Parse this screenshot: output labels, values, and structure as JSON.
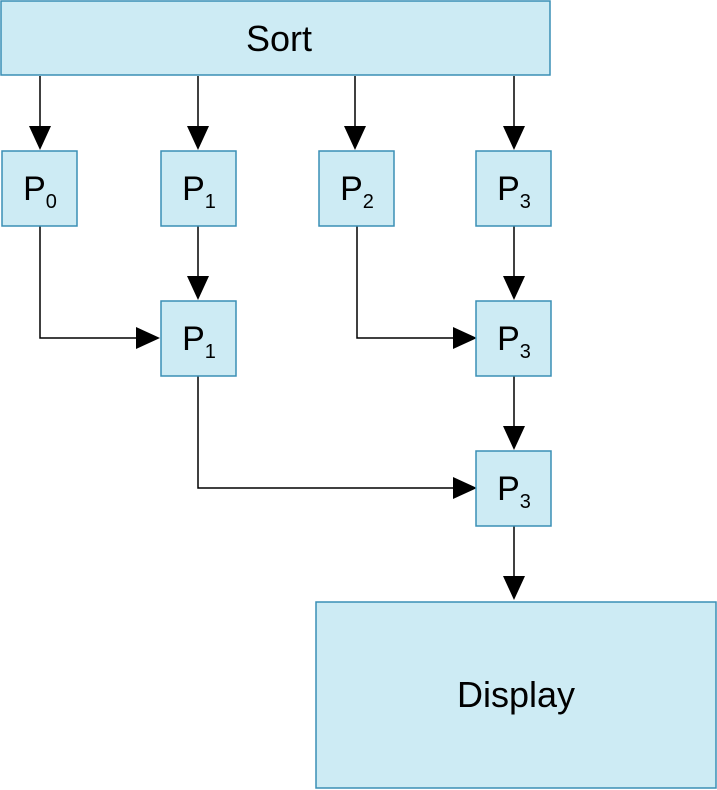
{
  "nodes": {
    "sort": {
      "label": "Sort"
    },
    "p0_top": {
      "base": "P",
      "sub": "0"
    },
    "p1_top": {
      "base": "P",
      "sub": "1"
    },
    "p2_top": {
      "base": "P",
      "sub": "2"
    },
    "p3_top": {
      "base": "P",
      "sub": "3"
    },
    "p1_mid": {
      "base": "P",
      "sub": "1"
    },
    "p3_mid": {
      "base": "P",
      "sub": "3"
    },
    "p3_low": {
      "base": "P",
      "sub": "3"
    },
    "display": {
      "label": "Display"
    }
  },
  "edges": [
    {
      "from": "sort",
      "to": "p0_top"
    },
    {
      "from": "sort",
      "to": "p1_top"
    },
    {
      "from": "sort",
      "to": "p2_top"
    },
    {
      "from": "sort",
      "to": "p3_top"
    },
    {
      "from": "p0_top",
      "to": "p1_mid"
    },
    {
      "from": "p1_top",
      "to": "p1_mid"
    },
    {
      "from": "p2_top",
      "to": "p3_mid"
    },
    {
      "from": "p3_top",
      "to": "p3_mid"
    },
    {
      "from": "p3_mid",
      "to": "p3_low"
    },
    {
      "from": "p1_mid",
      "to": "p3_low"
    },
    {
      "from": "p3_low",
      "to": "display"
    }
  ],
  "colors": {
    "box_fill": "#cdebf4",
    "box_stroke": "#3a8fb5",
    "arrow": "#000000"
  }
}
